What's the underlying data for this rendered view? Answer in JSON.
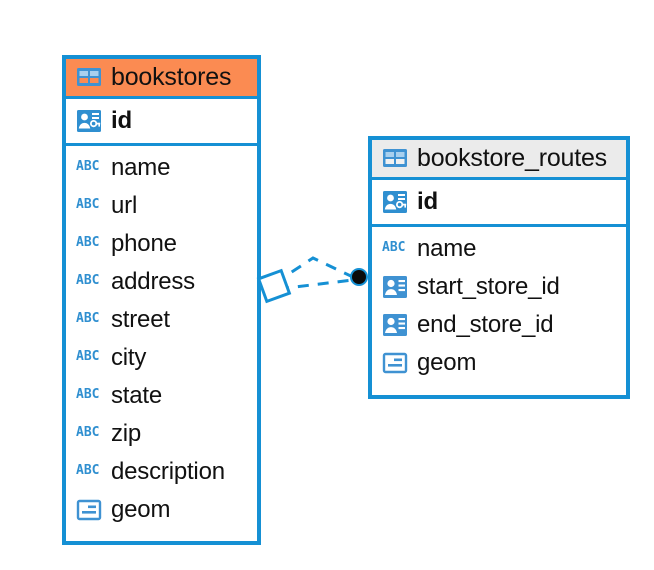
{
  "diagram": {
    "type": "entity-relationship-diagram",
    "background_color": "#ffffff",
    "accent_color": "#1590d4",
    "highlight_color": "#fb8b52",
    "header_neutral_color": "#ebebeb"
  },
  "entities": [
    {
      "name": "bookstores",
      "header_style": "accent-orange",
      "table_icon": "table-icon",
      "primary_key": {
        "label": "id",
        "icon": "primary-key-icon"
      },
      "fields": [
        {
          "label": "name",
          "icon": "text-type-icon"
        },
        {
          "label": "url",
          "icon": "text-type-icon"
        },
        {
          "label": "phone",
          "icon": "text-type-icon"
        },
        {
          "label": "address",
          "icon": "text-type-icon"
        },
        {
          "label": "street",
          "icon": "text-type-icon"
        },
        {
          "label": "city",
          "icon": "text-type-icon"
        },
        {
          "label": "state",
          "icon": "text-type-icon"
        },
        {
          "label": "zip",
          "icon": "text-type-icon"
        },
        {
          "label": "description",
          "icon": "text-type-icon"
        },
        {
          "label": "geom",
          "icon": "geometry-type-icon"
        }
      ]
    },
    {
      "name": "bookstore_routes",
      "header_style": "accent-gray",
      "table_icon": "table-icon",
      "primary_key": {
        "label": "id",
        "icon": "primary-key-icon"
      },
      "fields": [
        {
          "label": "name",
          "icon": "text-type-icon"
        },
        {
          "label": "start_store_id",
          "icon": "foreign-key-icon"
        },
        {
          "label": "end_store_id",
          "icon": "foreign-key-icon"
        },
        {
          "label": "geom",
          "icon": "geometry-type-icon"
        }
      ]
    }
  ],
  "relationship": {
    "source_entity": "bookstores",
    "target_entity": "bookstore_routes",
    "source_marker": "diamond-marker",
    "target_marker": "filled-circle-marker",
    "line_style": "dashed",
    "line_color": "#1590d4"
  },
  "icon_glyphs": {
    "text_type_label": "ABC"
  }
}
